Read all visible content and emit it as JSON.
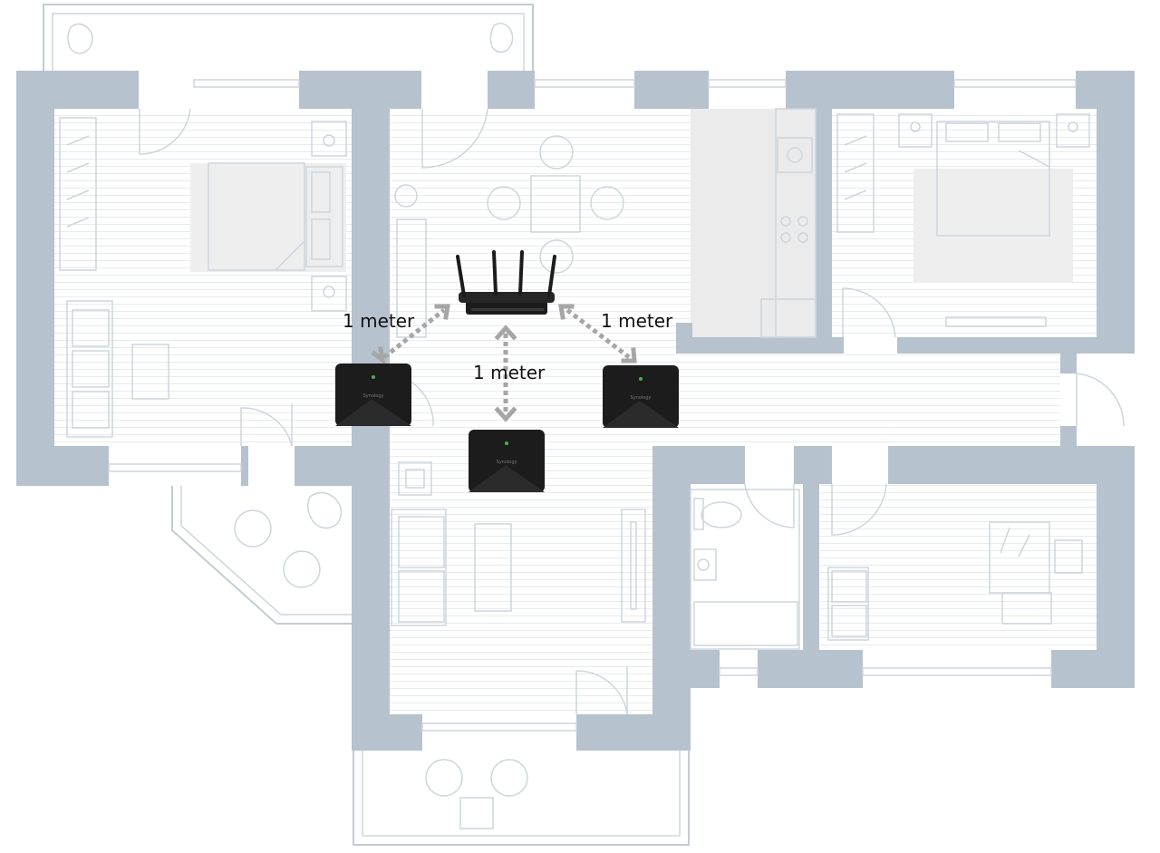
{
  "labels": {
    "left": "1 meter",
    "center": "1 meter",
    "right": "1 meter"
  },
  "devices": {
    "node_brand": "Synology"
  },
  "colors": {
    "wall": "#b6c2cd",
    "line": "#c3ccd5",
    "arrow": "#a6a6a6",
    "device": "#1c1c1c"
  }
}
